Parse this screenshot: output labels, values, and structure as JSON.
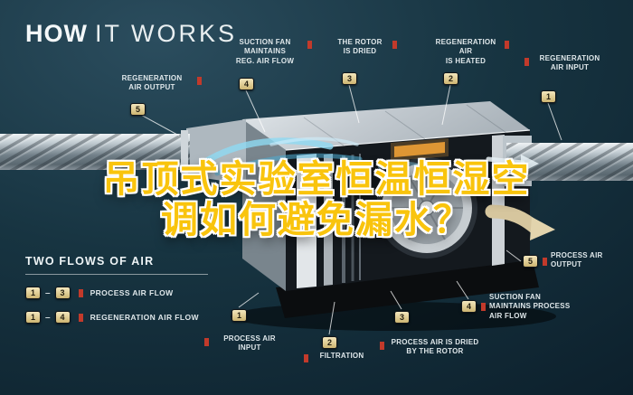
{
  "header": {
    "title_bold": "HOW",
    "title_light": "IT WORKS"
  },
  "overlay_title": {
    "line1": "吊顶式实验室恒温恒湿空",
    "line2": "调如何避免漏水？"
  },
  "callouts": [
    {
      "id": "regeneration-air-output",
      "num": "5",
      "text": "REGENERATION\nAIR OUTPUT"
    },
    {
      "id": "suction-fan-reg",
      "num": "4",
      "text": "SUCTION FAN\nMAINTAINS\nREG. AIR FLOW"
    },
    {
      "id": "rotor-dried",
      "num": "3",
      "text": "THE ROTOR\nIS DRIED"
    },
    {
      "id": "regeneration-air-heated",
      "num": "2",
      "text": "REGENERATION AIR\nIS HEATED"
    },
    {
      "id": "regeneration-air-input",
      "num": "1",
      "text": "REGENERATION\nAIR INPUT"
    },
    {
      "id": "process-air-output",
      "num": "5",
      "text": "PROCESS AIR\nOUTPUT"
    },
    {
      "id": "suction-fan-process",
      "num": "4",
      "text": "SUCTION FAN\nMAINTAINS PROCESS\nAIR FLOW"
    },
    {
      "id": "process-air-dried",
      "num": "3",
      "text": "PROCESS AIR IS DRIED\nBY THE ROTOR"
    },
    {
      "id": "filtration",
      "num": "2",
      "text": "FILTRATION"
    },
    {
      "id": "process-air-input",
      "num": "1",
      "text": "PROCESS AIR\nINPUT"
    }
  ],
  "legend": {
    "title": "TWO FLOWS OF AIR",
    "separator": "–",
    "rows": [
      {
        "from": "1",
        "to": "3",
        "label": "PROCESS AIR FLOW"
      },
      {
        "from": "1",
        "to": "4",
        "label": "REGENERATION AIR FLOW"
      }
    ]
  },
  "colors": {
    "background": "#14303d",
    "accent_yellow": "#f9c40d",
    "badge": "#e9d79c",
    "marker_red": "#c23a2b",
    "label_text": "#dfe7ea"
  }
}
